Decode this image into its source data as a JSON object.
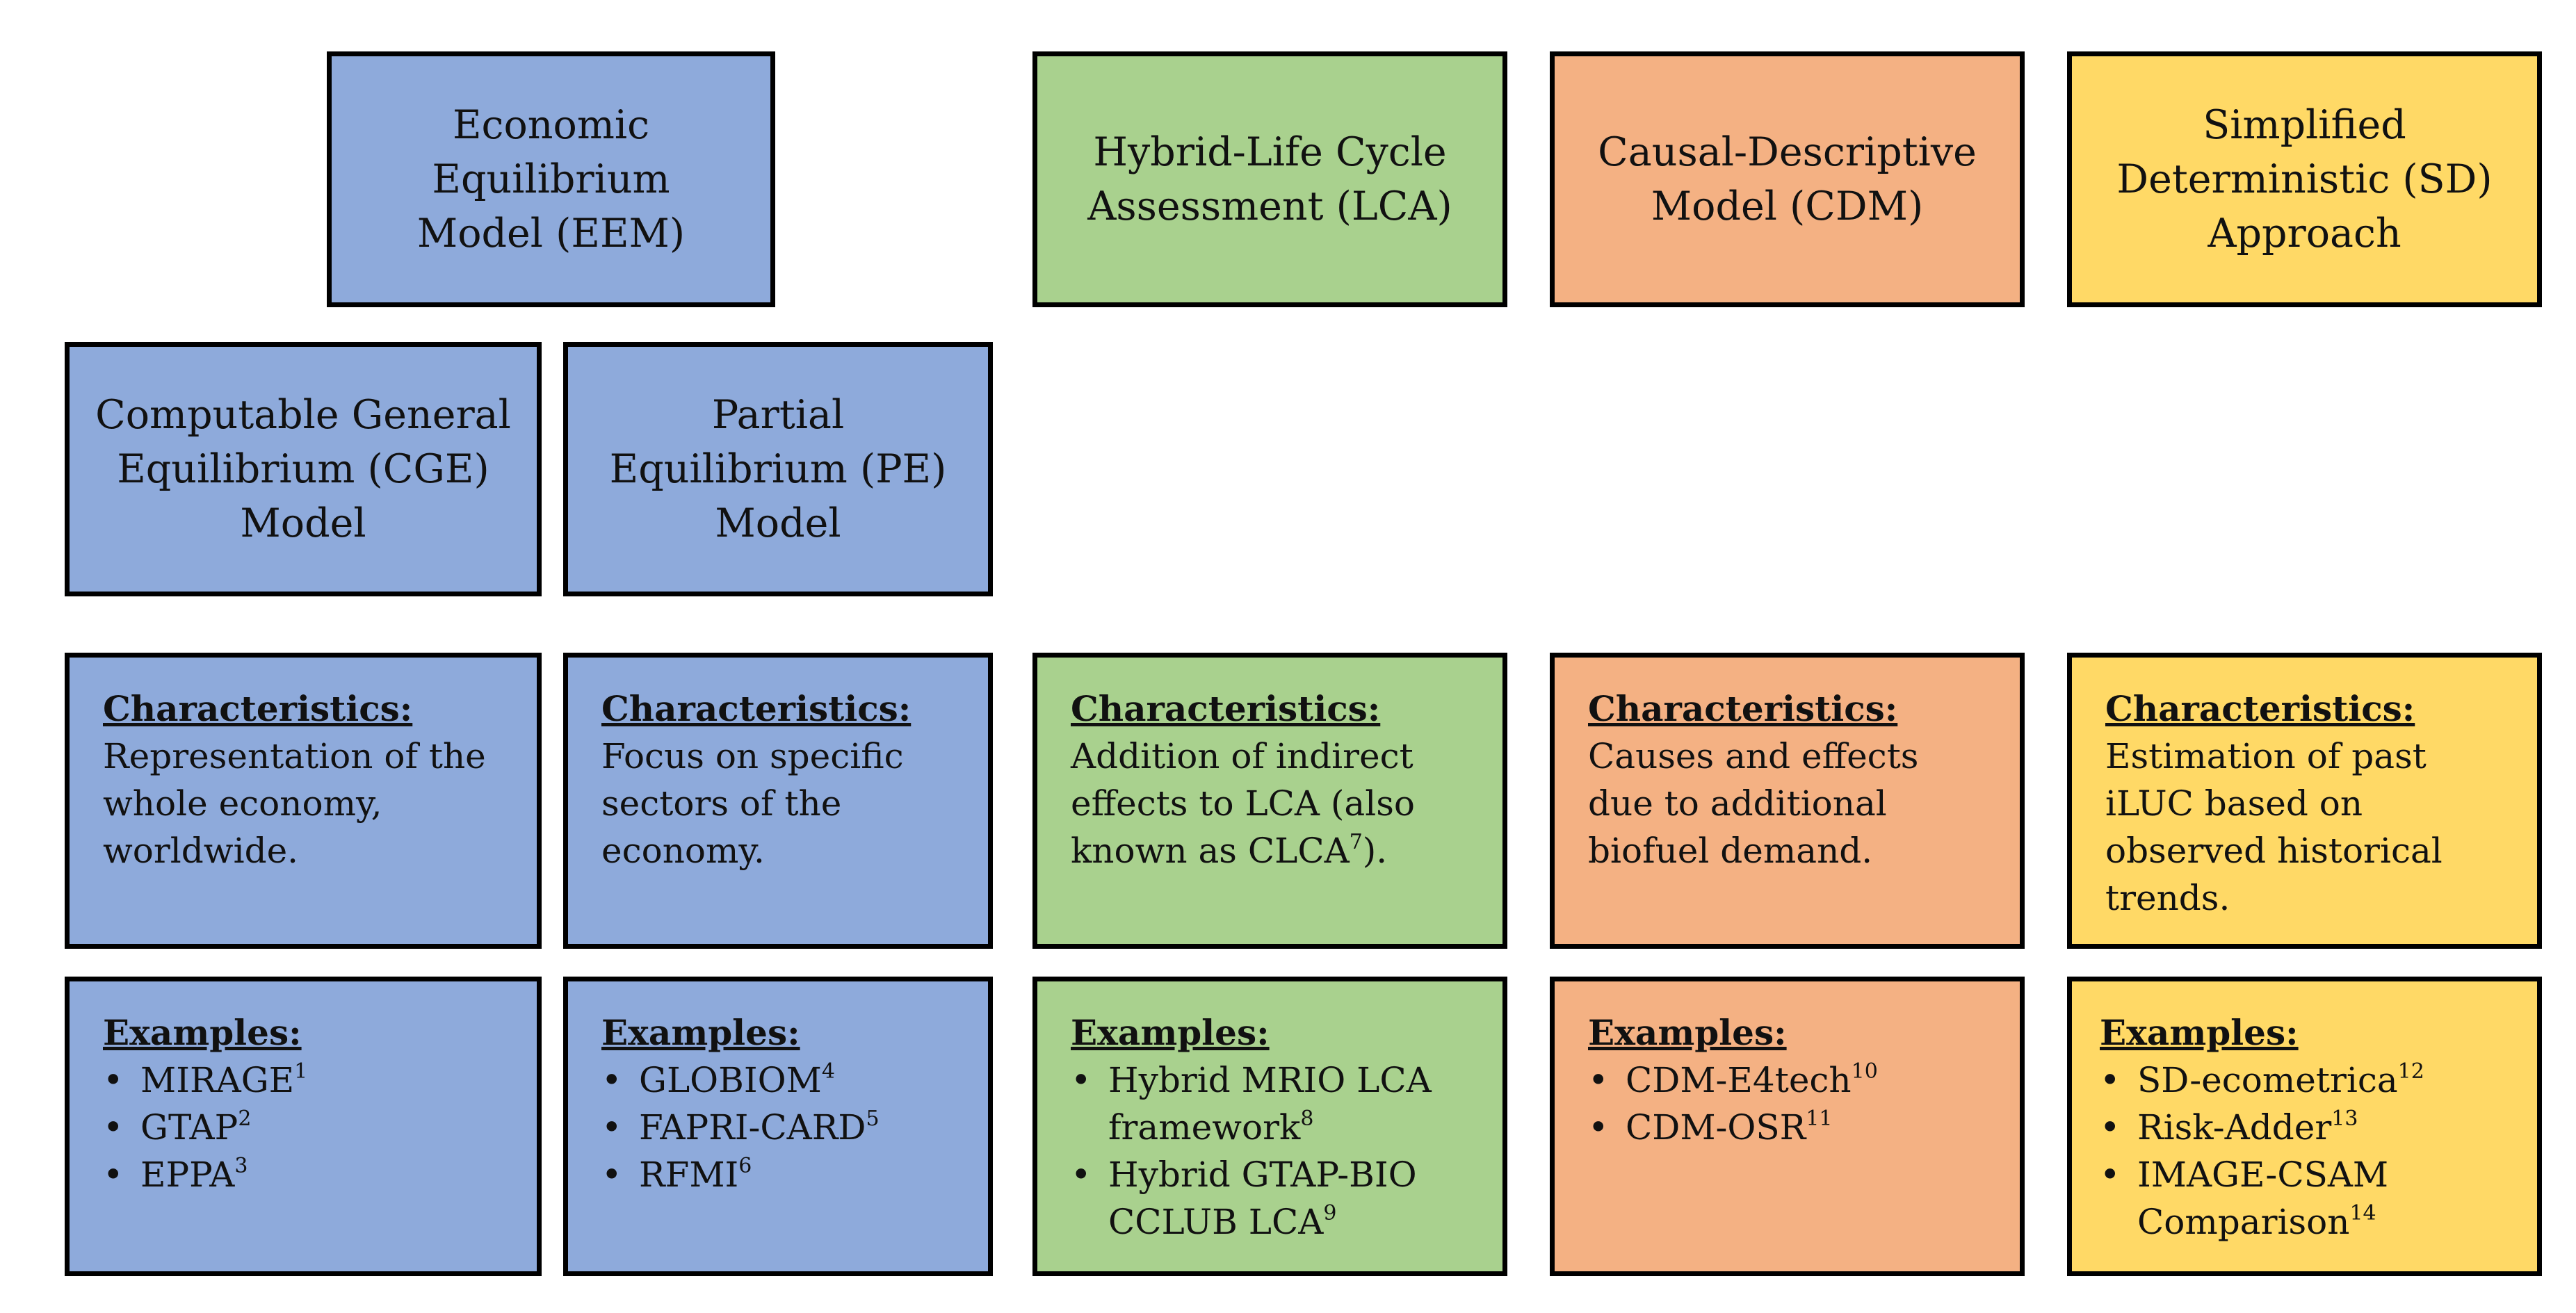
{
  "headers": {
    "eem": [
      "Economic",
      "Equilibrium",
      "Model (EEM)"
    ],
    "lca": [
      "Hybrid-Life Cycle",
      "Assessment (LCA)"
    ],
    "cdm": [
      "Causal-Descriptive",
      "Model (CDM)"
    ],
    "sd": [
      "Simplified",
      "Deterministic (SD)",
      "Approach"
    ],
    "cge": [
      "Computable General",
      "Equilibrium (CGE)",
      "Model"
    ],
    "pe": [
      "Partial",
      "Equilibrium (PE)",
      "Model"
    ]
  },
  "characteristics_label": "Characteristics:",
  "examples_label": "Examples:",
  "bullet": "•",
  "characteristics": {
    "cge": [
      "Representation of the",
      "whole economy,",
      "worldwide."
    ],
    "pe": [
      "Focus on specific",
      "sectors of the",
      "economy."
    ],
    "lca": [
      "Addition of indirect",
      "effects to LCA (also"
    ],
    "lca_last": {
      "text": "known as CLCA",
      "ref": "7",
      "tail": ")."
    },
    "cdm": [
      "Causes and effects",
      "due to additional",
      "biofuel demand."
    ],
    "sd": [
      "Estimation of past",
      "iLUC based on",
      "observed historical",
      "trends."
    ]
  },
  "examples": {
    "cge": [
      {
        "lines": [
          "MIRAGE"
        ],
        "ref": "1"
      },
      {
        "lines": [
          "GTAP"
        ],
        "ref": "2"
      },
      {
        "lines": [
          "EPPA"
        ],
        "ref": "3"
      }
    ],
    "pe": [
      {
        "lines": [
          "GLOBIOM"
        ],
        "ref": "4"
      },
      {
        "lines": [
          "FAPRI-CARD"
        ],
        "ref": "5"
      },
      {
        "lines": [
          "RFMI"
        ],
        "ref": "6"
      }
    ],
    "lca": [
      {
        "lines": [
          "Hybrid MRIO LCA",
          "framework"
        ],
        "ref": "8"
      },
      {
        "lines": [
          "Hybrid GTAP-BIO",
          "CCLUB LCA"
        ],
        "ref": "9"
      }
    ],
    "cdm": [
      {
        "lines": [
          "CDM-E4tech"
        ],
        "ref": "10"
      },
      {
        "lines": [
          "CDM-OSR"
        ],
        "ref": "11"
      }
    ],
    "sd": [
      {
        "lines": [
          "SD-ecometrica"
        ],
        "ref": "12"
      },
      {
        "lines": [
          "Risk-Adder"
        ],
        "ref": "13"
      },
      {
        "lines": [
          "IMAGE-CSAM",
          "Comparison"
        ],
        "ref": "14"
      }
    ]
  },
  "colors": {
    "eem": "#8eaadb",
    "lca": "#a9d18e",
    "cdm": "#f4b183",
    "sd": "#ffd966"
  }
}
